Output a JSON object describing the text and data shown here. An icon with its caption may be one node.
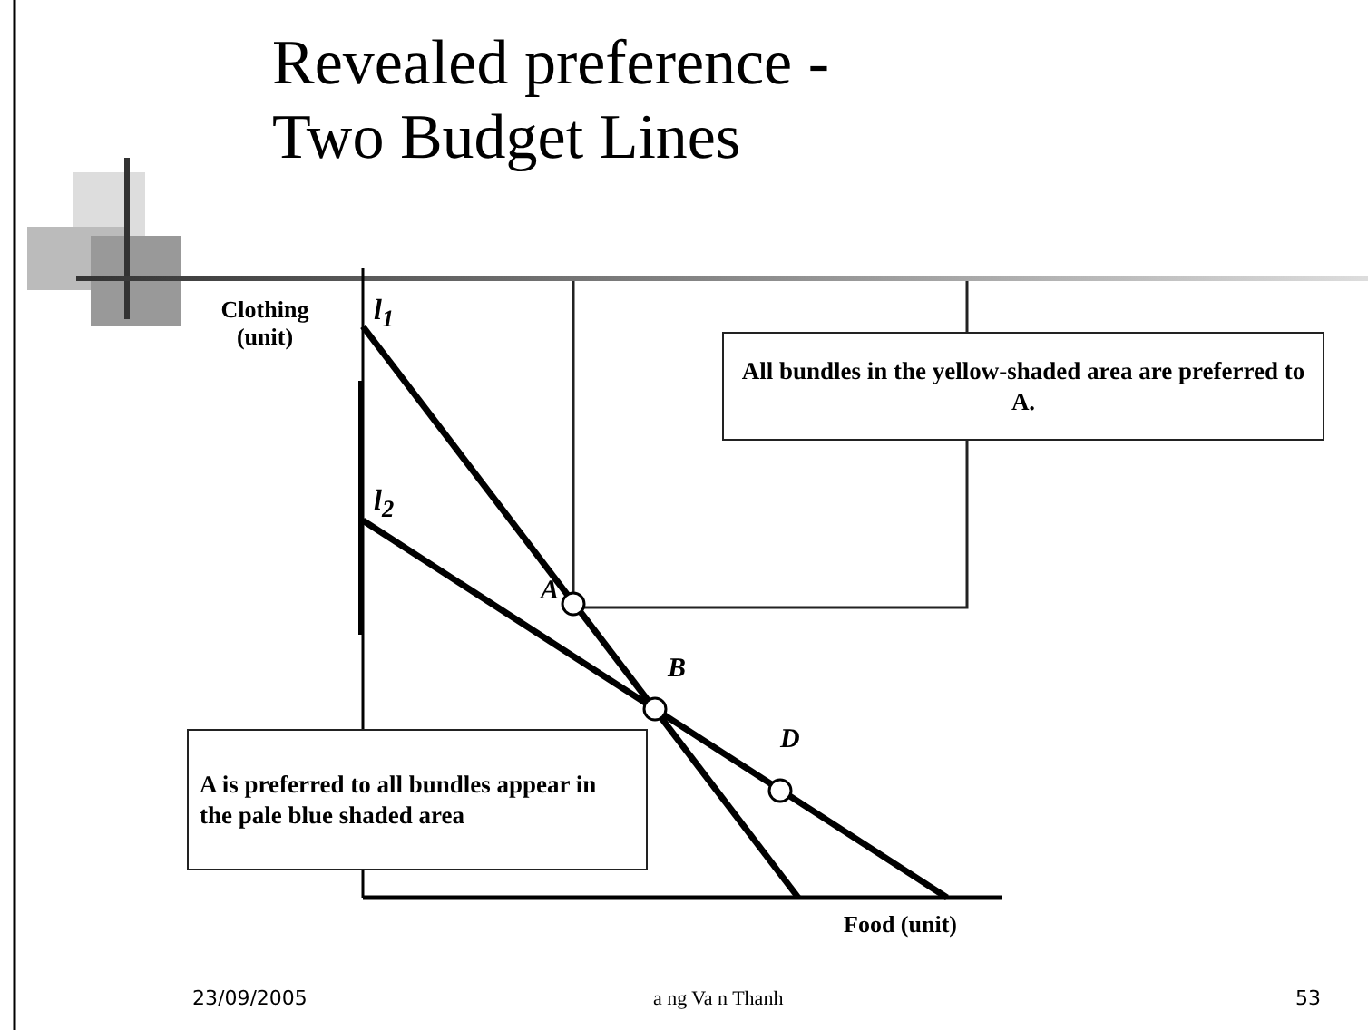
{
  "diagram": {
    "title": "Revealed preference - Two Budget Lines",
    "nodes": [
      {
        "text": [
          "All bundles in the yellow-shaded area are preferred to A."
        ]
      },
      {
        "text": [
          "A is preferred to all bundles appear in the pale blue shaded area"
        ]
      }
    ],
    "labels": [
      "Clothing (unit)",
      "l$_{1}$",
      "l$_{2}$",
      "A",
      "B",
      "D",
      "Food (unit)",
      "23/09/2005",
      "a ng Va n Thanh",
      "53"
    ]
  }
}
